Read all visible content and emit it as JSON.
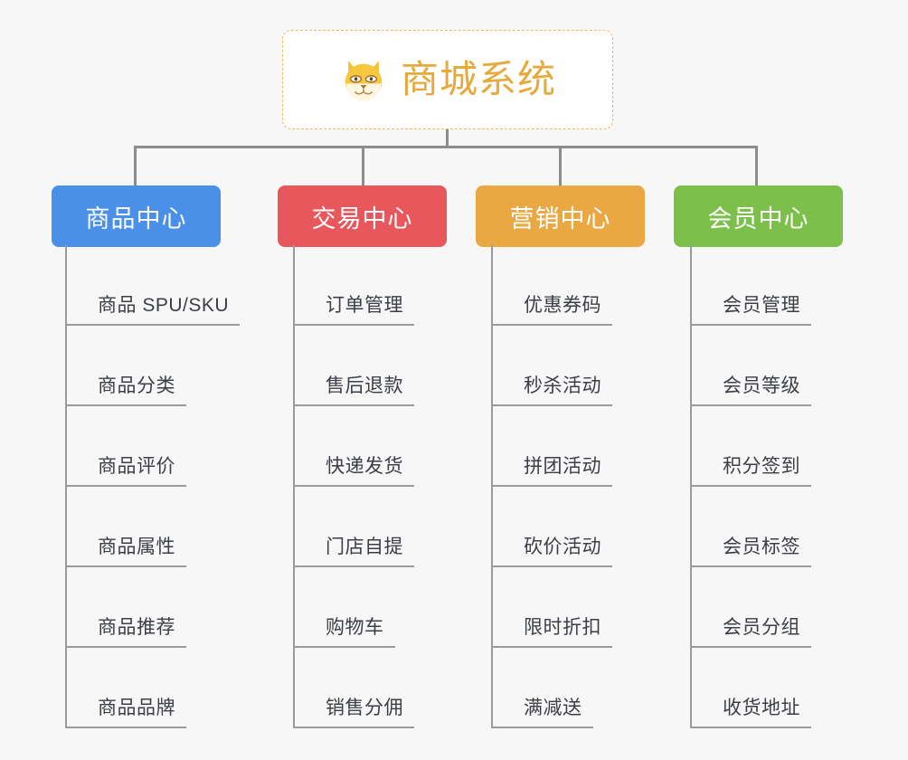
{
  "diagram": {
    "type": "org-tree",
    "background_color": "#f7f7f7",
    "connector_color": "#8c8c8c",
    "leaf_line_color": "#9a9a9a",
    "leaf_text_color": "#3b3f45"
  },
  "root": {
    "title": "商城系统",
    "icon": "dog-face-emoji",
    "title_color": "#e6a93c",
    "border_color": "#e9b964",
    "background_color": "#ffffff"
  },
  "branches": [
    {
      "label": "商品中心",
      "color": "#4a90e8",
      "items": [
        "商品 SPU/SKU",
        "商品分类",
        "商品评价",
        "商品属性",
        "商品推荐",
        "商品品牌"
      ]
    },
    {
      "label": "交易中心",
      "color": "#e8575c",
      "items": [
        "订单管理",
        "售后退款",
        "快递发货",
        "门店自提",
        "购物车",
        "销售分佣"
      ]
    },
    {
      "label": "营销中心",
      "color": "#eaa843",
      "items": [
        "优惠券码",
        "秒杀活动",
        "拼团活动",
        "砍价活动",
        "限时折扣",
        "满减送"
      ]
    },
    {
      "label": "会员中心",
      "color": "#7cc04b",
      "items": [
        "会员管理",
        "会员等级",
        "积分签到",
        "会员标签",
        "会员分组",
        "收货地址"
      ]
    }
  ]
}
